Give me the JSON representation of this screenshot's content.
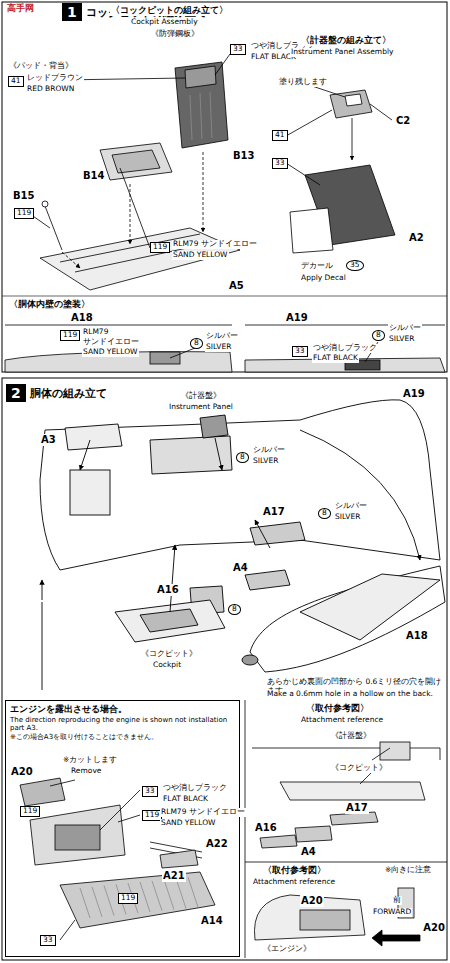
{
  "diagram": {
    "nodes": [
      {
        "text": [
          "1",
          "コックピットの組み立て"
        ]
      },
      {
        "text": [
          "2",
          "胴体の組み立て"
        ]
      },
      {
        "text": [
          "エンジンを露出させる場合。",
          "The direction reproducing the engine is shown not installation part A3.",
          "※この場合A3を取り付けることはできません。"
        ]
      }
    ],
    "labels": [
      "高手网",
      "〈コックピットの組み立て〉",
      "Cockpit Assembly",
      "《防弾鋼板》",
      "33",
      "つや消しブラック",
      "FLAT BLACK",
      "《パッド・背当》",
      "41",
      "レッドブラウン",
      "RED BROWN",
      "B13",
      "B14",
      "B15",
      "119",
      "119",
      "RLM79 サンドイエロー",
      "SAND YELLOW",
      "A5",
      "〈計器盤の組み立て〉",
      "Instrument Panel Assembly",
      "塗り残します",
      "C2",
      "41",
      "33",
      "A2",
      "デカール",
      "35",
      "Apply Decal",
      "〈胴体内壁の塗装〉",
      "A18",
      "119",
      "RLM79",
      "サンドイエロー",
      "SAND YELLOW",
      "8",
      "シルバー",
      "SILVER",
      "A19",
      "8",
      "シルバー",
      "SILVER",
      "33",
      "つや消しブラック",
      "FLAT BLACK",
      "A19",
      "《計器盤》",
      "Instrument Panel",
      "A3",
      "8",
      "シルバー",
      "SILVER",
      "A17",
      "8",
      "シルバー",
      "SILVER",
      "A4",
      "A16",
      "8",
      "《コクピット》",
      "Cockpit",
      "A18",
      "あらかじめ裏面の凹部から 0.6ミリ径の穴を開けます",
      "Make a 0.6mm hole in a hollow on the back.",
      "A20",
      "※カットします",
      "Remove",
      "119",
      "33",
      "つや消しブラック",
      "FLAT BLACK",
      "119",
      "RLM79 サンドイエロー",
      "SAND YELLOW",
      "A22",
      "A21",
      "119",
      "A14",
      "33",
      "〈取付参考図〉",
      "Attachment reference",
      "《計器盤》",
      "《コクピット》",
      "A17",
      "A16",
      "A4",
      "〈取付参考図〉",
      "Attachment reference",
      "A20",
      "※向きに注意",
      "前",
      "FORWARD",
      "A20",
      "《エンジン》"
    ]
  }
}
